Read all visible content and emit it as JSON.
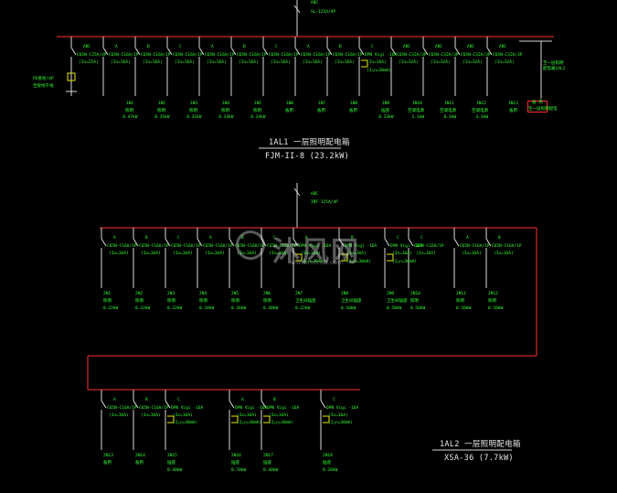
{
  "panel1": {
    "incoming": {
      "phase": "ABC",
      "breaker": "SL-125A/4P"
    },
    "title": "1AL1 一层照明配电箱",
    "subtitle": "FJM-II-8 (23.2kW)",
    "left_labels": [
      "PE接地/4P",
      "至接地干线"
    ],
    "circuits": [
      {
        "phase": "ABC",
        "breaker": "C65N-C25A/4P",
        "rating": "(In=25A)",
        "id": "",
        "use": "",
        "power": ""
      },
      {
        "phase": "A",
        "breaker": "C65N-C16A/1P",
        "rating": "(In=16A)",
        "id": "1N1",
        "use": "照明",
        "power": "0.47kW"
      },
      {
        "phase": "B",
        "breaker": "C65N-C16A/1P",
        "rating": "(In=16A)",
        "id": "1N2",
        "use": "照明",
        "power": "0.35kW"
      },
      {
        "phase": "C",
        "breaker": "C65N-C16A/1P",
        "rating": "(In=16A)",
        "id": "1N3",
        "use": "照明",
        "power": "0.32kW"
      },
      {
        "phase": "A",
        "breaker": "C65N-C16A/1P",
        "rating": "(In=16A)",
        "id": "1N4",
        "use": "照明",
        "power": "0.33kW"
      },
      {
        "phase": "B",
        "breaker": "C65N-C16A/1P",
        "rating": "(In=16A)",
        "id": "1N5",
        "use": "照明",
        "power": "0.34kW"
      },
      {
        "phase": "C",
        "breaker": "C65N-C16A/1P",
        "rating": "(In=16A)",
        "id": "1N6",
        "use": "备用",
        "power": ""
      },
      {
        "phase": "A",
        "breaker": "C65N-C16A/1P",
        "rating": "(In=16A)",
        "id": "1N7",
        "use": "备用",
        "power": ""
      },
      {
        "phase": "B",
        "breaker": "C65N-C16A/1P",
        "rating": "(In=16A)",
        "id": "1N8",
        "use": "备用",
        "power": ""
      },
      {
        "phase": "C",
        "breaker": "DPN Vigi -16A",
        "rating": "(In=16A)",
        "rcd": "(I△n=30mA)",
        "id": "1N9",
        "use": "插座",
        "power": "0.33kW"
      },
      {
        "phase": "ABC",
        "breaker": "C65N-C32A/3P",
        "rating": "(In=32A)",
        "id": "1N10",
        "use": "空调电源",
        "power": "1.1kW"
      },
      {
        "phase": "ABC",
        "breaker": "C65N-C32A/3P",
        "rating": "(In=32A)",
        "id": "1N11",
        "use": "空调电源",
        "power": "8.3kW"
      },
      {
        "phase": "ABC",
        "breaker": "C65N-C32A/3P",
        "rating": "(In=32A)",
        "id": "1N12",
        "use": "空调电源",
        "power": "4.3kW"
      },
      {
        "phase": "ABC",
        "breaker": "C65N-C32A/3P",
        "rating": "(In=32A)",
        "id": "1N13",
        "use": "备用",
        "power": ""
      }
    ],
    "side_note": [
      "至一层照明",
      "配电箱1AL2"
    ],
    "box_labels": [
      "备 用",
      "至一层照明配电"
    ]
  },
  "panel2": {
    "incoming": {
      "phase": "ABC",
      "breaker": "INT-125A/4P"
    },
    "title": "1AL2 一层照明配电箱",
    "subtitle": "XSA-36 (7.7kW)",
    "circuits_row1": [
      {
        "phase": "A",
        "breaker": "C65N-C16A/1P",
        "rating": "(In=16A)",
        "id": "2N1",
        "use": "照明",
        "power": "0.22kW"
      },
      {
        "phase": "B",
        "breaker": "C65N-C16A/1P",
        "rating": "(In=16A)",
        "id": "2N2",
        "use": "照明",
        "power": "0.32kW"
      },
      {
        "phase": "C",
        "breaker": "C65N-C16A/1P",
        "rating": "(In=16A)",
        "id": "2N3",
        "use": "照明",
        "power": "0.32kW"
      },
      {
        "phase": "A",
        "breaker": "C65N-C16A/1P",
        "rating": "(In=16A)",
        "id": "2N4",
        "use": "照明",
        "power": "0.34kW"
      },
      {
        "phase": "B",
        "breaker": "C65N-C16A/1P",
        "rating": "(In=16A)",
        "id": "2N5",
        "use": "照明",
        "power": "0.36kW"
      },
      {
        "phase": "C",
        "breaker": "C65N-C16A/1P",
        "rating": "(In=16A)",
        "id": "2N6",
        "use": "照明",
        "power": "0.40kW"
      },
      {
        "phase": "A",
        "breaker": "DPN Vigi -16A",
        "rating": "(In=16A)",
        "rcd": "(I△n=30mA)",
        "id": "2N7",
        "use": "卫生间插座",
        "power": "0.22kW"
      },
      {
        "phase": "B",
        "breaker": "DPN Vigi -16A",
        "rating": "(In=16A)",
        "rcd": "(I△n=30mA)",
        "id": "2N8",
        "use": "卫生间插座",
        "power": "0.50kW"
      },
      {
        "phase": "C",
        "breaker": "DPN Vigi -16A",
        "rating": "(In=16A)",
        "rcd": "(I△n=30mA)",
        "id": "2N9",
        "use": "卫生间插座",
        "power": "0.50kW"
      },
      {
        "phase": "C",
        "breaker": "C65N-C16A/1P",
        "rating": "(In=16A)",
        "id": "2N10",
        "use": "照明",
        "power": "0.50kW"
      },
      {
        "phase": "A",
        "breaker": "C65N-C16A/1P",
        "rating": "(In=16A)",
        "id": "2N11",
        "use": "照明",
        "power": "0.50kW"
      },
      {
        "phase": "B",
        "breaker": "C65N-C16A/1P",
        "rating": "(In=16A)",
        "id": "2N12",
        "use": "照明",
        "power": "0.50kW"
      }
    ],
    "circuits_row2": [
      {
        "phase": "A",
        "breaker": "C65N-C16A/1P",
        "rating": "(In=16A)",
        "id": "2N13",
        "use": "备用",
        "power": ""
      },
      {
        "phase": "B",
        "breaker": "C65N-C16A/1P",
        "rating": "(In=16A)",
        "id": "2N14",
        "use": "备用",
        "power": ""
      },
      {
        "phase": "C",
        "breaker": "DPN Vigi -16A",
        "rating": "(In=16A)",
        "rcd": "(I△n=30mA)",
        "id": "2N15",
        "use": "插座",
        "power": "0.40kW"
      },
      {
        "phase": "A",
        "breaker": "DPN Vigi -16A",
        "rating": "(In=16A)",
        "rcd": "(I△n=30mA)",
        "id": "2N16",
        "use": "插座",
        "power": "0.70kW"
      },
      {
        "phase": "B",
        "breaker": "DPN Vigi -16A",
        "rating": "(In=16A)",
        "rcd": "(I△n=30mA)",
        "id": "2N17",
        "use": "插座",
        "power": "0.40kW"
      },
      {
        "phase": "C",
        "breaker": "DPN Vigi -16A",
        "rating": "(In=16A)",
        "rcd": "(I△n=30mA)",
        "id": "2N18",
        "use": "插座",
        "power": "0.20kW"
      }
    ]
  },
  "watermark": {
    "brand": "沐风网",
    "url": "www.mfcad.com"
  },
  "colors": {
    "background": "#000000",
    "wire": "#ff3030",
    "text_green": "#33ff33",
    "text_white": "#e8e8e8",
    "text_yellow": "#e8e800"
  }
}
